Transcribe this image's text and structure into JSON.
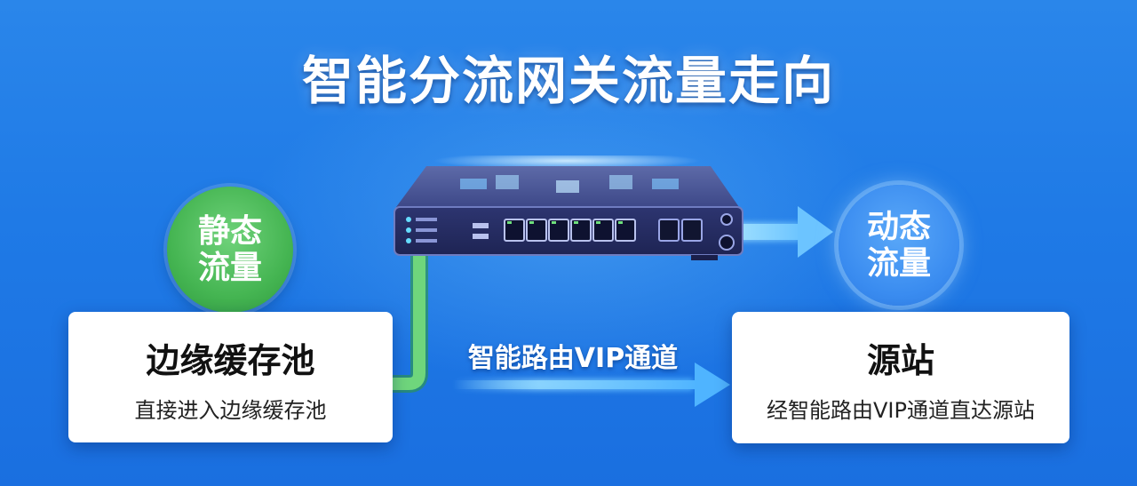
{
  "title": "智能分流网关流量走向",
  "static_traffic": {
    "label": "静态流量"
  },
  "dynamic_traffic": {
    "label": "动态流量"
  },
  "edge_cache": {
    "heading": "边缘缓存池",
    "description": "直接进入边缘缓存池"
  },
  "origin": {
    "heading": "源站",
    "description": "经智能路由VIP通道直达源站"
  },
  "route_label": "智能路由VIP通道",
  "gateway": {
    "ethernet_ports": 6,
    "icon": "network-gateway-router-icon"
  },
  "colors": {
    "background": "#1f7ae6",
    "static_path": "#5fcf6e",
    "dynamic_path": "#8ed6ff",
    "static_badge": "#45b552",
    "dynamic_badge": "#3a8cf0",
    "card": "#ffffff"
  }
}
